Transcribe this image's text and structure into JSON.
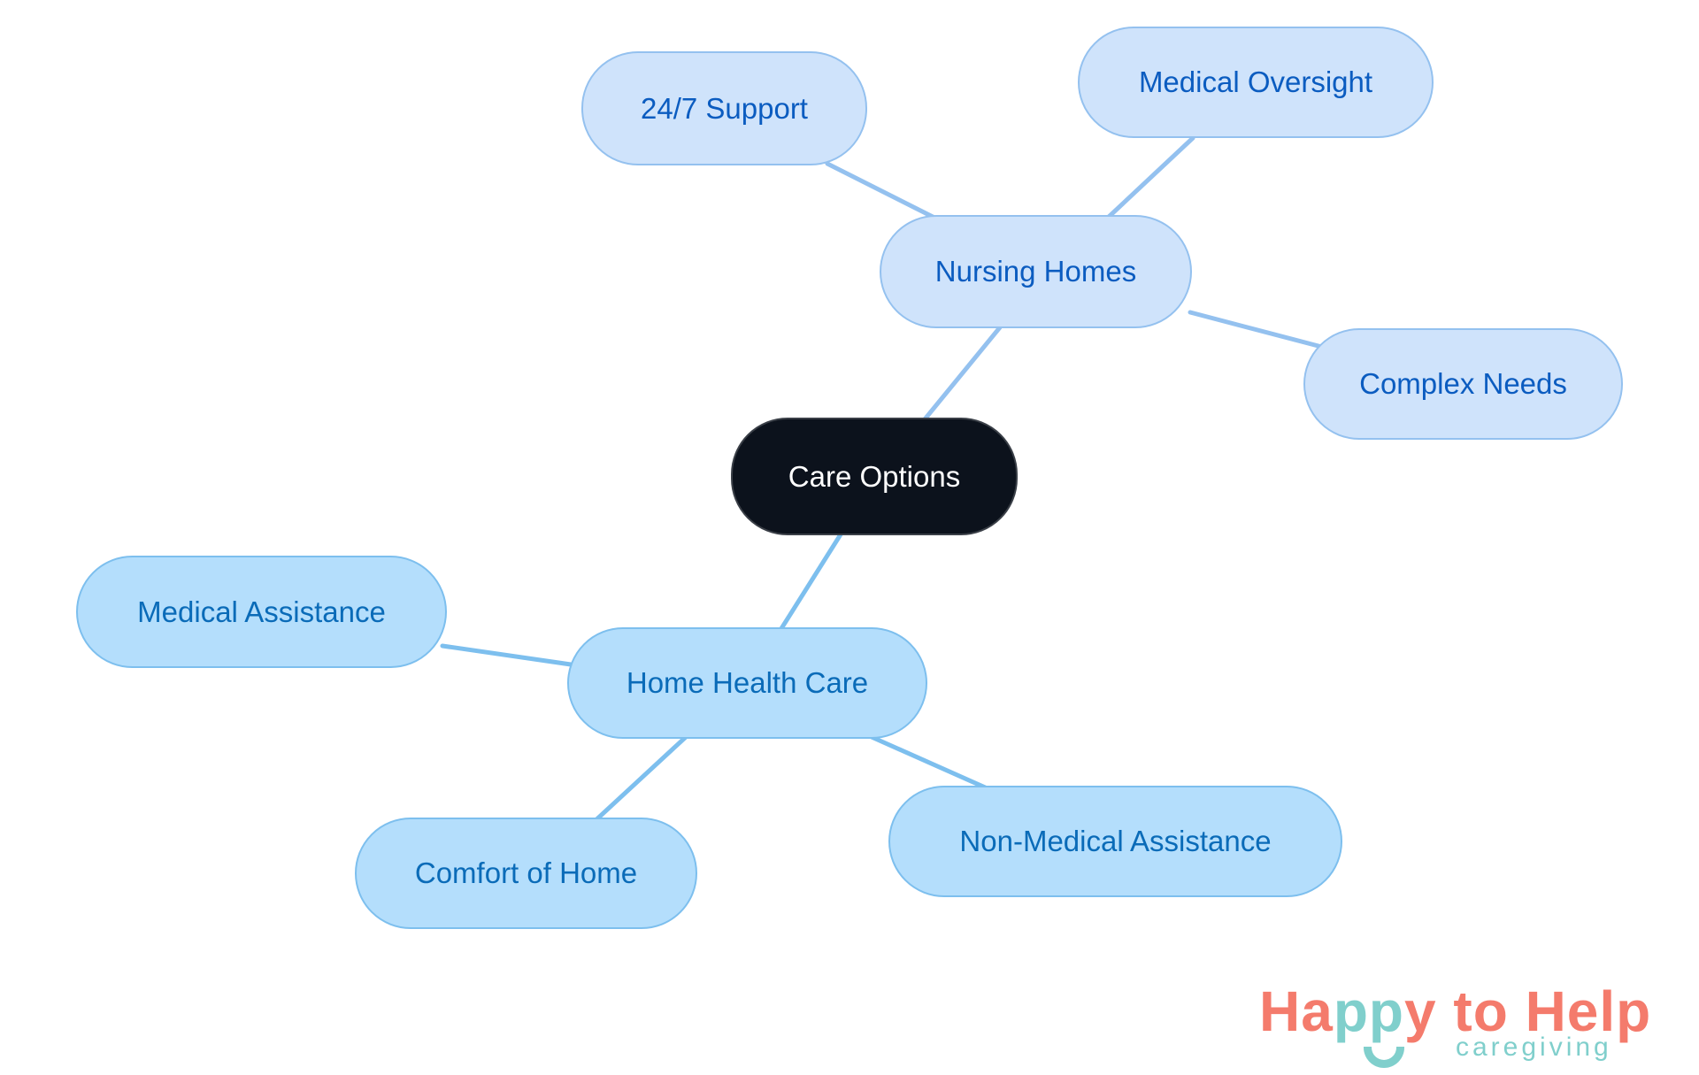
{
  "diagram": {
    "type": "mind-map",
    "root": {
      "id": "care-options",
      "label": "Care Options"
    },
    "branches": [
      {
        "id": "nursing-homes",
        "label": "Nursing Homes",
        "children": [
          {
            "id": "support-24-7",
            "label": "24/7 Support"
          },
          {
            "id": "medical-oversight",
            "label": "Medical Oversight"
          },
          {
            "id": "complex-needs",
            "label": "Complex Needs"
          }
        ]
      },
      {
        "id": "home-health-care",
        "label": "Home Health Care",
        "children": [
          {
            "id": "medical-assistance",
            "label": "Medical Assistance"
          },
          {
            "id": "comfort-of-home",
            "label": "Comfort of Home"
          },
          {
            "id": "non-medical-assistance",
            "label": "Non-Medical Assistance"
          }
        ]
      }
    ],
    "colors": {
      "root_fill": "#0c121c",
      "root_text": "#ffffff",
      "nursing_fill": "#cfe3fb",
      "nursing_border": "#94c1ef",
      "nursing_text": "#0b5cc0",
      "home_fill": "#b4defc",
      "home_border": "#7dbfee",
      "home_text": "#0a6bb8",
      "nursing_edge": "#94c1ef",
      "home_edge": "#7dbfee"
    }
  },
  "logo": {
    "main_part1": "Ha",
    "main_part2": "pp",
    "main_part3": "y to Help",
    "sub": "caregiving",
    "coral": "#f47b6c",
    "teal": "#80cfcc"
  }
}
